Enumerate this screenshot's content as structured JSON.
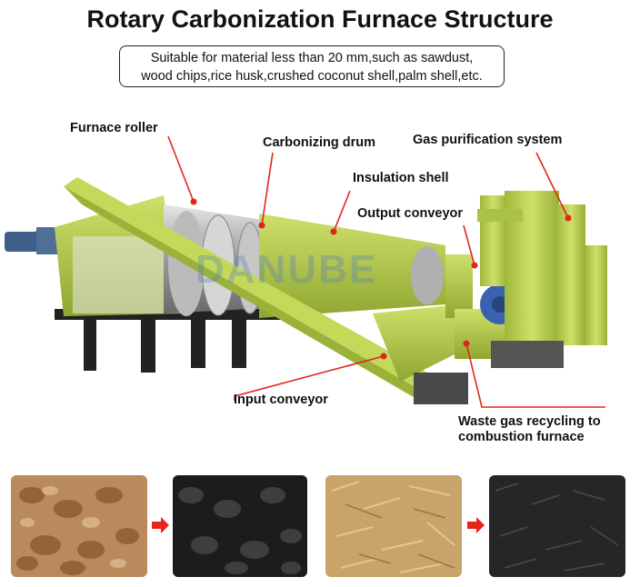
{
  "title": "Rotary Carbonization Furnace Structure",
  "subtitle_line1": "Suitable for material less than 20 mm,such as sawdust,",
  "subtitle_line2": "wood chips,rice husk,crushed coconut shell,palm shell,etc.",
  "labels": {
    "furnace_roller": "Furnace roller",
    "carbonizing_drum": "Carbonizing drum",
    "gas_purification": "Gas purification system",
    "insulation_shell": "Insulation shell",
    "output_conveyor": "Output conveyor",
    "input_conveyor": "Input conveyor",
    "waste_gas_line1": "Waste gas recycling to",
    "waste_gas_line2": "combustion furnace"
  },
  "watermark": "DANUBE",
  "colors": {
    "machine_green": "#b5cc4a",
    "leader_red": "#e0261b",
    "arrow_red": "#e8231a"
  },
  "photos": [
    "coconut-shell-raw",
    "coconut-shell-charcoal",
    "rice-husk-raw",
    "rice-husk-charcoal"
  ]
}
